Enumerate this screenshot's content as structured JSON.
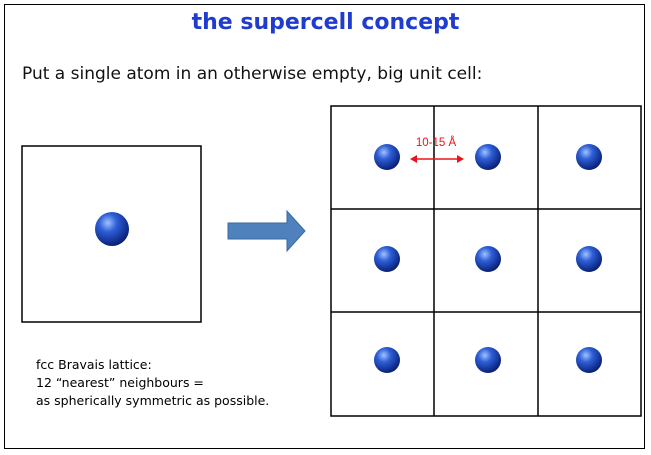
{
  "slide": {
    "title": "the supercell concept",
    "subtitle": "Put a single atom in an otherwise empty, big unit cell:",
    "distance_label": "10-15 Å",
    "caption_lines": [
      "fcc Bravais lattice:",
      "12 “nearest” neighbours =",
      "as spherically symmetric as possible."
    ]
  },
  "colors": {
    "title": "#1f3ccf",
    "arrow": "#4f81bd",
    "distance": "#e8141b",
    "atom": "#1b3fa8"
  }
}
